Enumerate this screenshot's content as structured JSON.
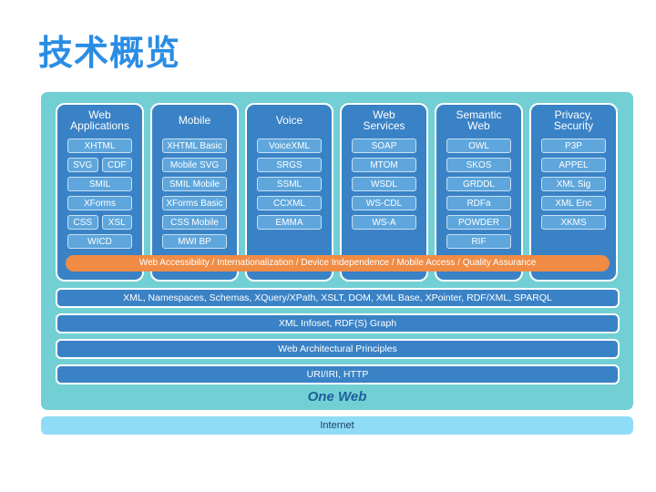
{
  "title": "技术概览",
  "columns": [
    {
      "title": "Web\nApplications",
      "rows": [
        [
          "XHTML"
        ],
        [
          "SVG",
          "CDF"
        ],
        [
          "SMIL"
        ],
        [
          "XForms"
        ],
        [
          "CSS",
          "XSL"
        ],
        [
          "WICD"
        ]
      ]
    },
    {
      "title": "Mobile",
      "rows": [
        [
          "XHTML Basic"
        ],
        [
          "Mobile SVG"
        ],
        [
          "SMIL Mobile"
        ],
        [
          "XForms Basic"
        ],
        [
          "CSS Mobile"
        ],
        [
          "MWI BP"
        ]
      ]
    },
    {
      "title": "Voice",
      "rows": [
        [
          "VoiceXML"
        ],
        [
          "SRGS"
        ],
        [
          "SSML"
        ],
        [
          "CCXML"
        ],
        [
          "EMMA"
        ]
      ]
    },
    {
      "title": "Web\nServices",
      "rows": [
        [
          "SOAP"
        ],
        [
          "MTOM"
        ],
        [
          "WSDL"
        ],
        [
          "WS-CDL"
        ],
        [
          "WS-A"
        ]
      ]
    },
    {
      "title": "Semantic\nWeb",
      "rows": [
        [
          "OWL"
        ],
        [
          "SKOS"
        ],
        [
          "GRDDL"
        ],
        [
          "RDFa"
        ],
        [
          "POWDER"
        ],
        [
          "RIF"
        ]
      ]
    },
    {
      "title": "Privacy,\nSecurity",
      "rows": [
        [
          "P3P"
        ],
        [
          "APPEL"
        ],
        [
          "XML Sig"
        ],
        [
          "XML Enc"
        ],
        [
          "XKMS"
        ]
      ]
    }
  ],
  "cross_band": "Web Accessibility / Internationalization / Device Independence / Mobile Access / Quality Assurance",
  "layers": [
    "XML, Namespaces, Schemas, XQuery/XPath, XSLT, DOM, XML Base, XPointer, RDF/XML, SPARQL",
    "XML Infoset, RDF(S) Graph",
    "Web Architectural Principles",
    "URI/IRI, HTTP"
  ],
  "one_web": "One Web",
  "internet": "Internet"
}
